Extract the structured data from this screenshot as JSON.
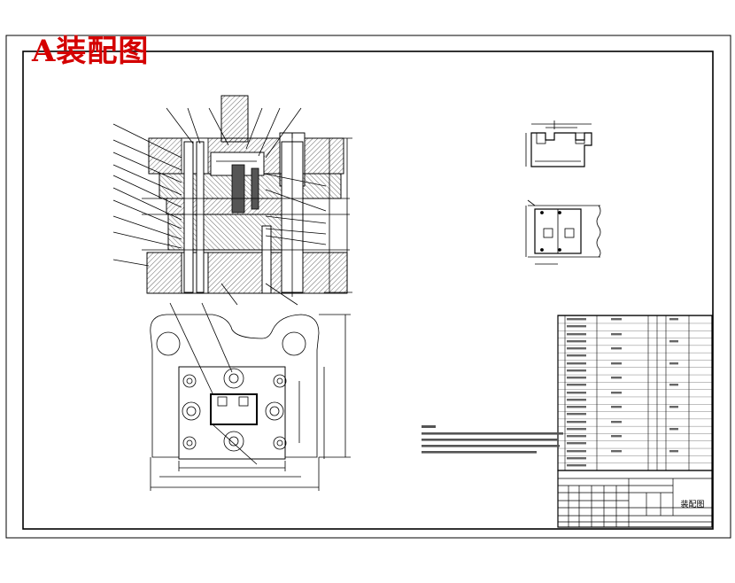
{
  "sheet_heading": "A装配图",
  "colors": {
    "heading": "#d40000",
    "lines": "#000000",
    "paper": "#ffffff",
    "section_fill": "#666666"
  },
  "title_block": {
    "drawing_title": "装配图"
  },
  "icons": [
    "punch-die-section-view",
    "die-plan-view",
    "workpiece-part-view",
    "strip-layout-view",
    "parts-list-table",
    "title-block"
  ]
}
